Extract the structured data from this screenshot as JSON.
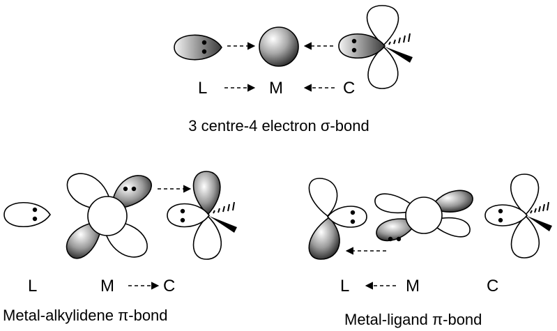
{
  "top_panel": {
    "labels": {
      "ligand": "L",
      "metal": "M",
      "carbon": "C"
    },
    "caption": "3 centre-4 electron σ-bond"
  },
  "left_panel": {
    "labels": {
      "ligand": "L",
      "metal": "M",
      "carbon": "C"
    },
    "caption": "Metal-alkylidene π-bond"
  },
  "right_panel": {
    "labels": {
      "ligand": "L",
      "metal": "M",
      "carbon": "C"
    },
    "caption": "Metal-ligand π-bond"
  }
}
